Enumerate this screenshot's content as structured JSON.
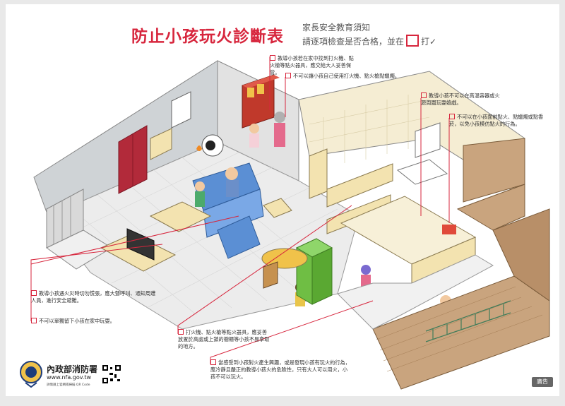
{
  "title": "防止小孩玩火診斷表",
  "subtitle": {
    "line1": "家長安全教育須知",
    "line2_prefix": "請逐項檢查是否合格，並在",
    "line2_suffix": "打✓"
  },
  "checklist": [
    {
      "text": "教導小孩若在家中找到打火機、點火槍等點火器具，應交給大人妥善保管。"
    },
    {
      "text": "不可以讓小孩自己使用打火機、點火槍點蠟燭。"
    },
    {
      "text": "教導小孩不可以在高溫容器或火源周圍玩耍嬉戲。"
    },
    {
      "text": "不可以在小孩面前點火、點蠟燭或點香菸，以免小孩模仿點火的行為。"
    },
    {
      "text": "教導小孩遇火災時切勿慌張，應大聲呼叫、通知周遭人員，進行安全避難。"
    },
    {
      "text": "不可以單獨留下小孩在家中玩耍。"
    },
    {
      "text": "打火機、點火槍等點火器具，應妥善放置於高處或上鎖的櫥櫃等小孩不易拿取的地方。"
    },
    {
      "text": "當感受到小孩對火產生興趣，或是發現小孩有玩火的行為，應冷靜且嚴正的教導小孩火的危險性，只有大人可以用火，小孩不可以玩火。"
    }
  ],
  "footer": {
    "agency": "內政部消防署",
    "url": "www.nfa.gov.tw",
    "qr_caption": "詳情請上官網或掃描 QR Code"
  },
  "badge": "廣告",
  "colors": {
    "accent": "#d7263d",
    "floor": "#ececec",
    "wall_left": "#cfd3d6",
    "wall_right": "#e6e6e6",
    "brick": "#c9a47e",
    "sofa": "#5b8fd4",
    "fridge": "#6fbe44",
    "cabinet": "#c0392b",
    "counter": "#f3e3b0",
    "door": "#b22a3a",
    "tile": "#f5edd3"
  }
}
